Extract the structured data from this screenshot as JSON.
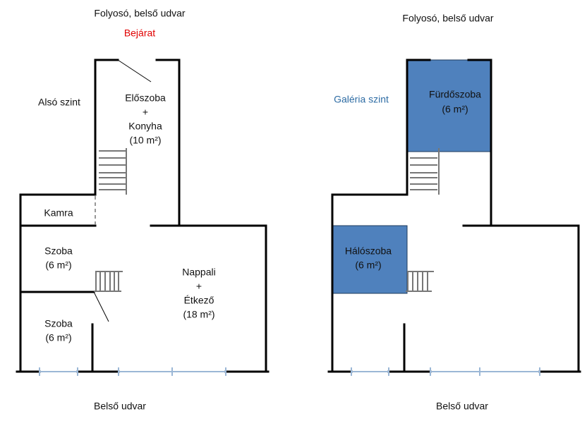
{
  "colors": {
    "room_fill": "#4f81bd",
    "entrance": "#e00000",
    "level_label_gallery": "#2e6ca4"
  },
  "lower": {
    "top_label": "Folyosó, belső udvar",
    "entrance": "Bejárat",
    "level": "Alsó szint",
    "rooms": {
      "hall": [
        "Előszoba",
        "+",
        "Konyha",
        "(10 m²)"
      ],
      "pantry": "Kamra",
      "room1": [
        "Szoba",
        "(6 m²)"
      ],
      "room2": [
        "Szoba",
        "(6 m²)"
      ],
      "living": [
        "Nappali",
        "+",
        "Étkező",
        "(18 m²)"
      ]
    },
    "bottom_label": "Belső udvar"
  },
  "gallery": {
    "top_label": "Folyosó, belső udvar",
    "level": "Galéria szint",
    "rooms": {
      "bath": [
        "Fürdőszoba",
        "(6 m²)"
      ],
      "bedroom": [
        "Hálószoba",
        "(6 m²)"
      ]
    },
    "bottom_label": "Belső udvar"
  }
}
